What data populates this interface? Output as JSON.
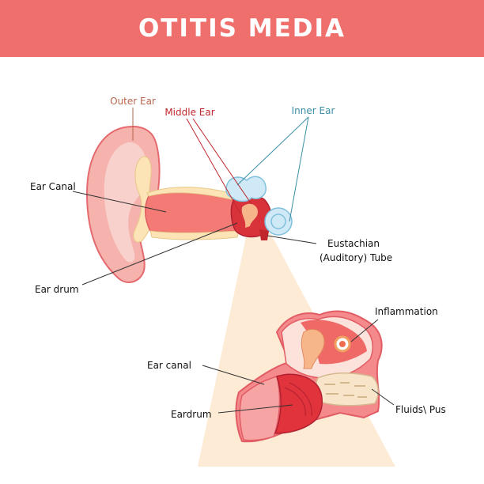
{
  "title": "OTITIS MEDIA",
  "labels": {
    "outer_ear": "Outer Ear",
    "middle_ear": "Middle Ear",
    "inner_ear": "Inner Ear",
    "ear_canal_top": "Ear Canal",
    "ear_drum_top": "Ear drum",
    "eustachian_line1": "Eustachian",
    "eustachian_line2": "(Auditory) Tube",
    "inflammation": "Inflammation",
    "ear_canal_bottom": "Ear canal",
    "eardrum_bottom": "Eardrum",
    "fluids_pus": "Fluids\\ Pus"
  },
  "colors": {
    "banner": "#ef6f6c",
    "outer_ear_label": "#b8664e",
    "middle_ear_label": "#c0272d",
    "inner_ear_label": "#3b8ea5"
  }
}
